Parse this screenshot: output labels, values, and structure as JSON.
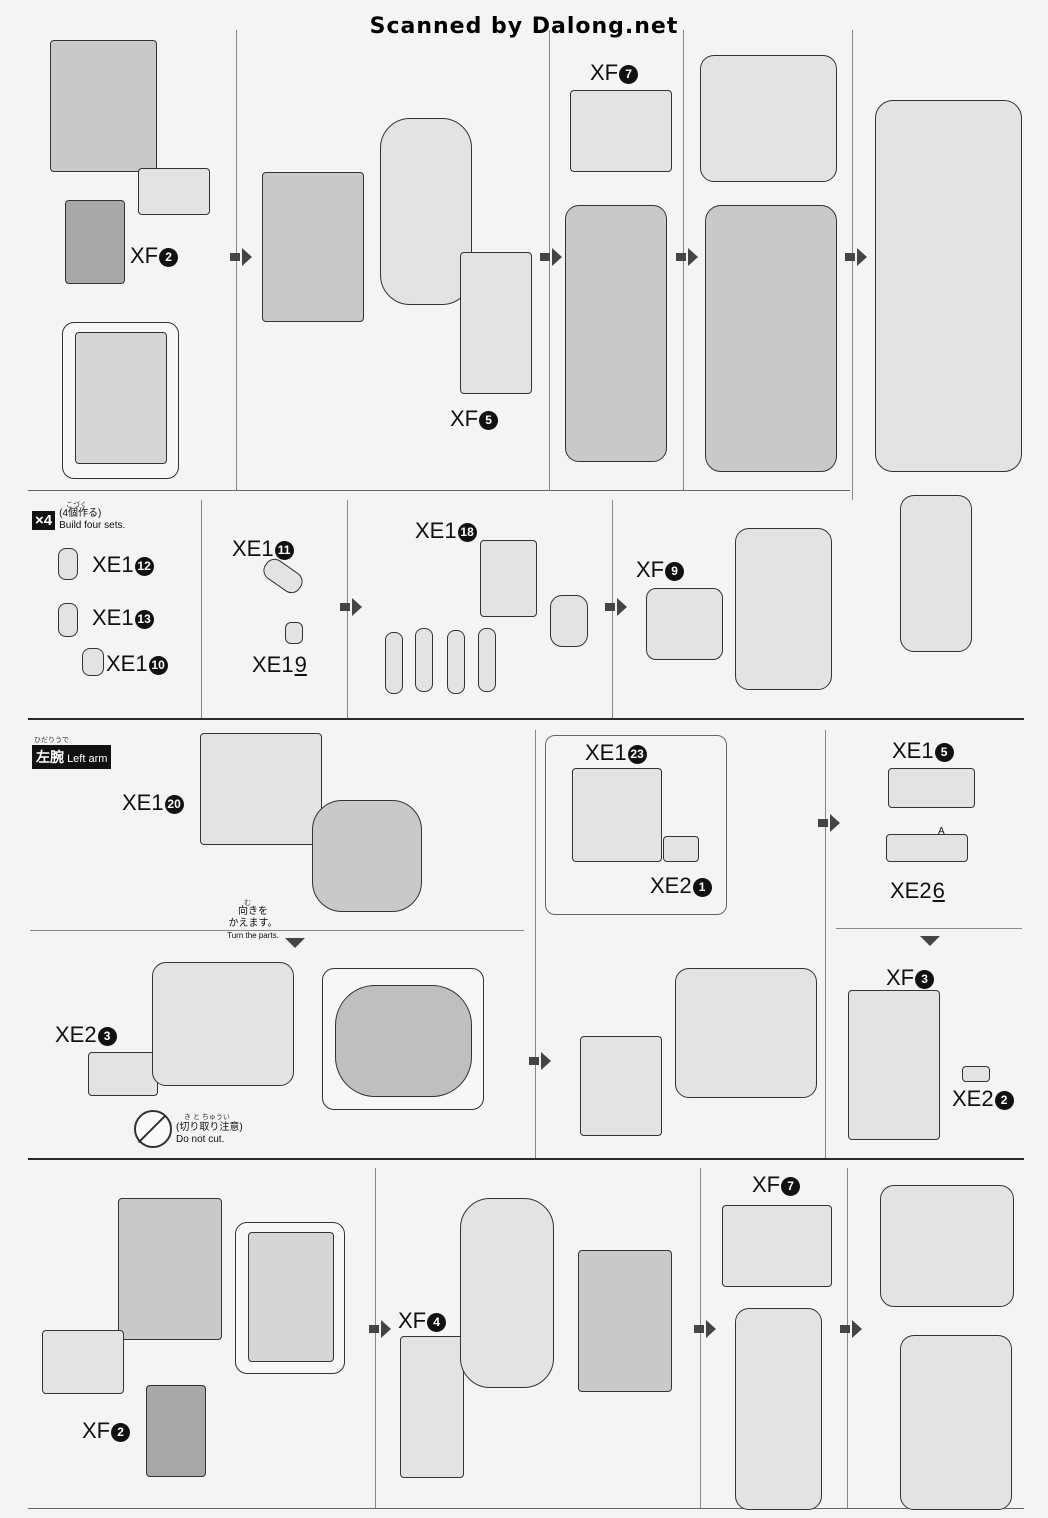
{
  "header": {
    "watermark": "Scanned by Dalong.net"
  },
  "section1": {
    "labels": {
      "xf2": "XF",
      "xf2_num": "2",
      "xf5": "XF",
      "xf5_num": "5",
      "xf7": "XF",
      "xf7_num": "7"
    }
  },
  "section2": {
    "tag": "×4",
    "ruby": "こづく",
    "tag_jp": "(4個作る)",
    "tag_en": "Build four sets.",
    "labels": {
      "xe1_12": "XE1",
      "xe1_12_num": "12",
      "xe1_13": "XE1",
      "xe1_13_num": "13",
      "xe1_10": "XE1",
      "xe1_10_num": "10",
      "xe1_11": "XE1",
      "xe1_11_num": "11",
      "xe1_9": "XE1",
      "xe1_9_num": "9",
      "xe1_18": "XE1",
      "xe1_18_num": "18",
      "xf9": "XF",
      "xf9_num": "9"
    }
  },
  "section3": {
    "ruby": "ひだりうで",
    "tag_jp": "左腕",
    "tag_en": "Left arm",
    "labels": {
      "xe1_20": "XE1",
      "xe1_20_num": "20",
      "xe1_23": "XE1",
      "xe1_23_num": "23",
      "xe2_1": "XE2",
      "xe2_1_num": "1",
      "xe1_5": "XE1",
      "xe1_5_num": "5",
      "xe2_6": "XE2",
      "xe2_6_num": "6",
      "xe2_3": "XE2",
      "xe2_3_num": "3",
      "xf3": "XF",
      "xf3_num": "3",
      "xe2_2": "XE2",
      "xe2_2_num": "2"
    },
    "turn_ruby": "む",
    "turn_jp_line1": "向きを",
    "turn_jp_line2": "かえます。",
    "turn_en": "Turn the parts.",
    "nocut_ruby": "き と ちゅうい",
    "nocut_jp": "(切り取り注意)",
    "nocut_en": "Do not cut.",
    "marker_a": "A"
  },
  "section4": {
    "labels": {
      "xf4": "XF",
      "xf4_num": "4",
      "xf2": "XF",
      "xf2_num": "2",
      "xf7": "XF",
      "xf7_num": "7"
    }
  }
}
